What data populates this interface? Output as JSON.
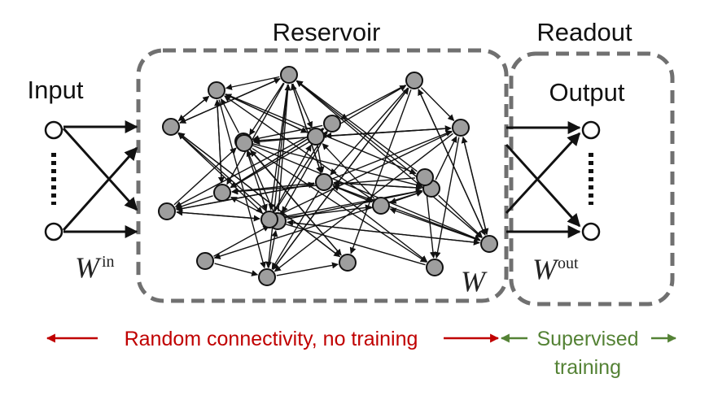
{
  "labels": {
    "reservoir": "Reservoir",
    "readout": "Readout",
    "input": "Input",
    "output": "Output",
    "w": "W",
    "w_in": "W",
    "w_in_sup": "in",
    "w_out": "W",
    "w_out_sup": "out",
    "random_connectivity": "Random connectivity, no training",
    "supervised_line1": "Supervised",
    "supervised_line2": "training"
  },
  "colors": {
    "stroke": "#111111",
    "node_fill": "#9e9e9e",
    "box_dash": "#707070",
    "random_arrow": "#c00000",
    "supervised_arrow": "#548235"
  },
  "network": {
    "reservoir_nodes": 22,
    "recurrent_edges": 96,
    "input_nodes": 2,
    "output_nodes": 2
  }
}
